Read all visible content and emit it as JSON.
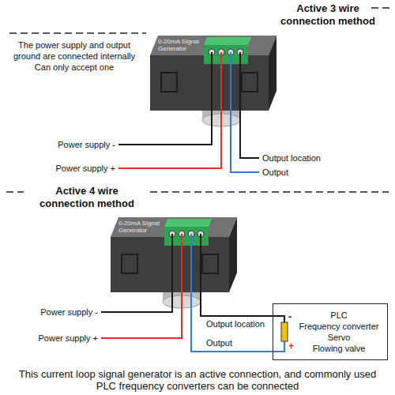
{
  "diagram": {
    "caption": "This current loop signal generator is an active connection, and commonly used PLC frequency converters can be connected",
    "nodes": [
      {
        "text": [
          "0-20mA Signal Generator"
        ]
      },
      {
        "text": [
          "0-20mA Signal Generator"
        ]
      },
      {
        "text": [
          "PLC",
          "Frequency converter",
          "Servo",
          "Flowing valve"
        ]
      }
    ],
    "edges": [
      {
        "from": 1,
        "to": 2,
        "arrow": "none",
        "label": "Output location"
      },
      {
        "from": 1,
        "to": 2,
        "arrow": "none",
        "label": "Output"
      }
    ],
    "labels": [
      "Active 3 wire connection method",
      "The power supply and output ground are connected internally Can only accept one",
      "Power supply -",
      "Power supply +",
      "Output location",
      "Output",
      "Active 4 wire connection method",
      "Power supply -",
      "Power supply +",
      "-",
      "+"
    ]
  }
}
